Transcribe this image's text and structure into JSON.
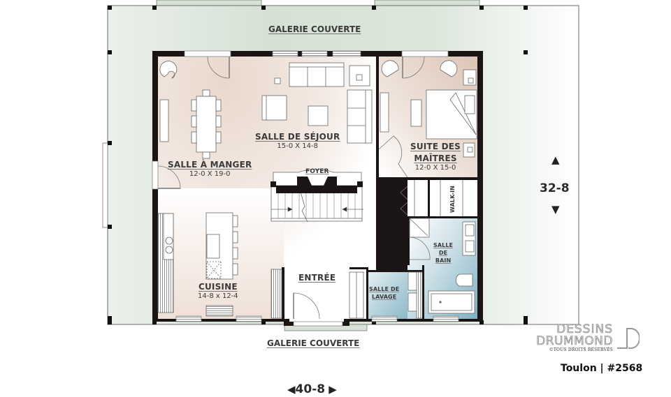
{
  "plan": {
    "model_label": "Toulon | #2568",
    "colors": {
      "porch": "#d7e2d6",
      "porch_light": "#eef3ee",
      "living_floor": "#efe2da",
      "bath_floor": "#9fc3d1",
      "wall": "#1a1414",
      "outline": "#6b6b6b"
    }
  },
  "porches": [
    {
      "id": "porch-top",
      "label": "GALERIE COUVERTE"
    },
    {
      "id": "porch-bottom",
      "label": "GALERIE COUVERTE"
    }
  ],
  "rooms": {
    "dining": {
      "name": "SALLE À MANGER",
      "dims": "12-0 X 19-0"
    },
    "living": {
      "name": "SALLE DE SÉJOUR",
      "dims": "15-0 X 14-8"
    },
    "master": {
      "name_line1": "SUITE DES",
      "name_line2": "MAÎTRES",
      "dims": "12-0 X 15-0"
    },
    "kitchen": {
      "name": "CUISINE",
      "dims": "14-8 x 12-4"
    },
    "entry": {
      "name": "ENTRÉE"
    },
    "laundry": {
      "name_line1": "SALLE DE",
      "name_line2": "LAVAGE"
    },
    "bath": {
      "name_line1": "SALLE",
      "name_line2": "DE",
      "name_line3": "BAIN"
    },
    "walkin": {
      "name": "WALK-IN"
    },
    "fireplace": {
      "name": "FOYER"
    }
  },
  "dimensions": {
    "width": "40-8",
    "depth": "32-8",
    "arrow_left": "◀",
    "arrow_right": "▶",
    "arrow_up": "▲",
    "arrow_down": "▼"
  },
  "logo": {
    "line1": "DESSINS",
    "line2": "DRUMMOND",
    "copyright": "©TOUS DROITS RÉSERVÉS"
  }
}
